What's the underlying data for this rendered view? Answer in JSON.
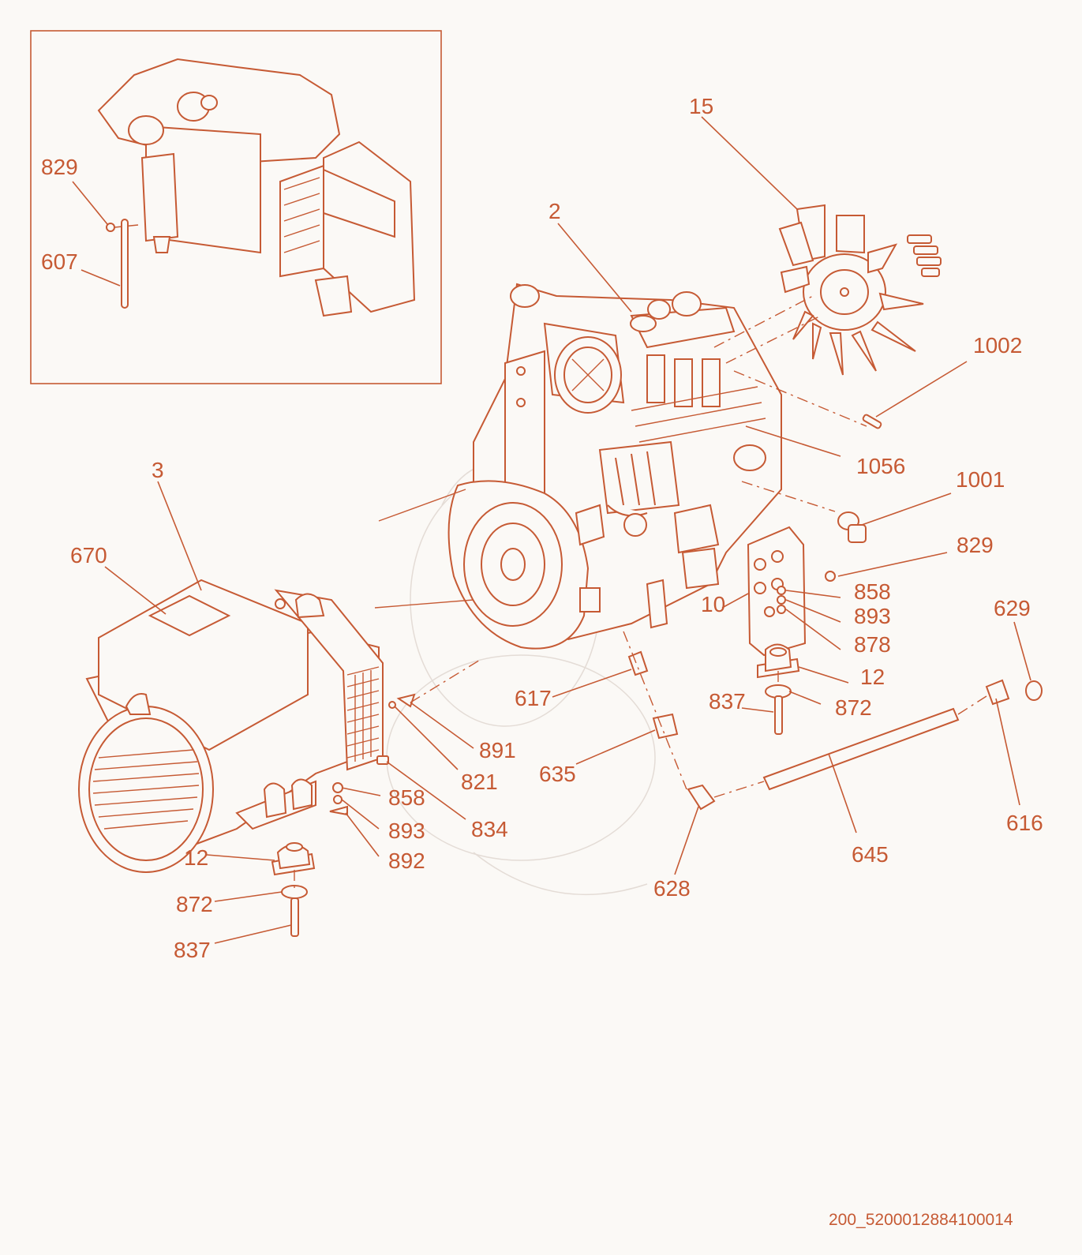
{
  "colors": {
    "ink": "#c65a34",
    "background": "#fbf9f6",
    "watermark": "#e4dcd6"
  },
  "document_id": "200_5200012884100014",
  "inset": {
    "callouts": [
      "829",
      "607"
    ]
  },
  "callouts": {
    "c15": "15",
    "c2": "2",
    "c1002": "1002",
    "c1056": "1056",
    "c1001": "1001",
    "c3": "3",
    "c670": "670",
    "c829": "829",
    "c10": "10",
    "c858a": "858",
    "c893a": "893",
    "c878": "878",
    "c12a": "12",
    "c629": "629",
    "c617": "617",
    "c837a": "837",
    "c872a": "872",
    "c891": "891",
    "c821": "821",
    "c635": "635",
    "c616": "616",
    "c858b": "858",
    "c834": "834",
    "c893b": "893",
    "c892": "892",
    "c645": "645",
    "c628": "628",
    "c12b": "12",
    "c872b": "872",
    "c837b": "837"
  }
}
